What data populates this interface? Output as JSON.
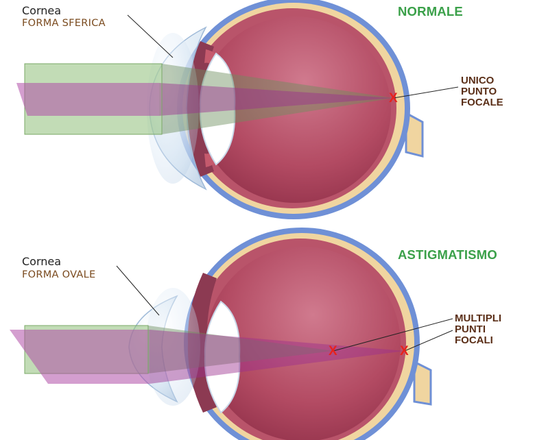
{
  "top": {
    "title": "NORMALE",
    "cornea_label": "Cornea",
    "shape_label": "FORMA SFERICA",
    "focal_lines": [
      "UNICO",
      "PUNTO",
      "FOCALE"
    ],
    "x_mark": "X"
  },
  "bottom": {
    "title": "ASTIGMATISMO",
    "cornea_label": "Cornea",
    "shape_label": "FORMA OVALE",
    "focal_lines": [
      "MULTIPLI",
      "PUNTI",
      "FOCALI"
    ],
    "x_mark_1": "X",
    "x_mark_2": "X"
  },
  "colors": {
    "sclera": "#6f90d6",
    "choroid": "#f0d5a0",
    "retina": "#b9546a",
    "vitreous": "#b2455d",
    "iris": "#c55a6d",
    "beam_green": "#8fbf7a",
    "beam_magenta": "#b04fa8",
    "focus_x": "#e8221c",
    "title_green": "#3aa049",
    "label_brown": "#5a2e17"
  }
}
